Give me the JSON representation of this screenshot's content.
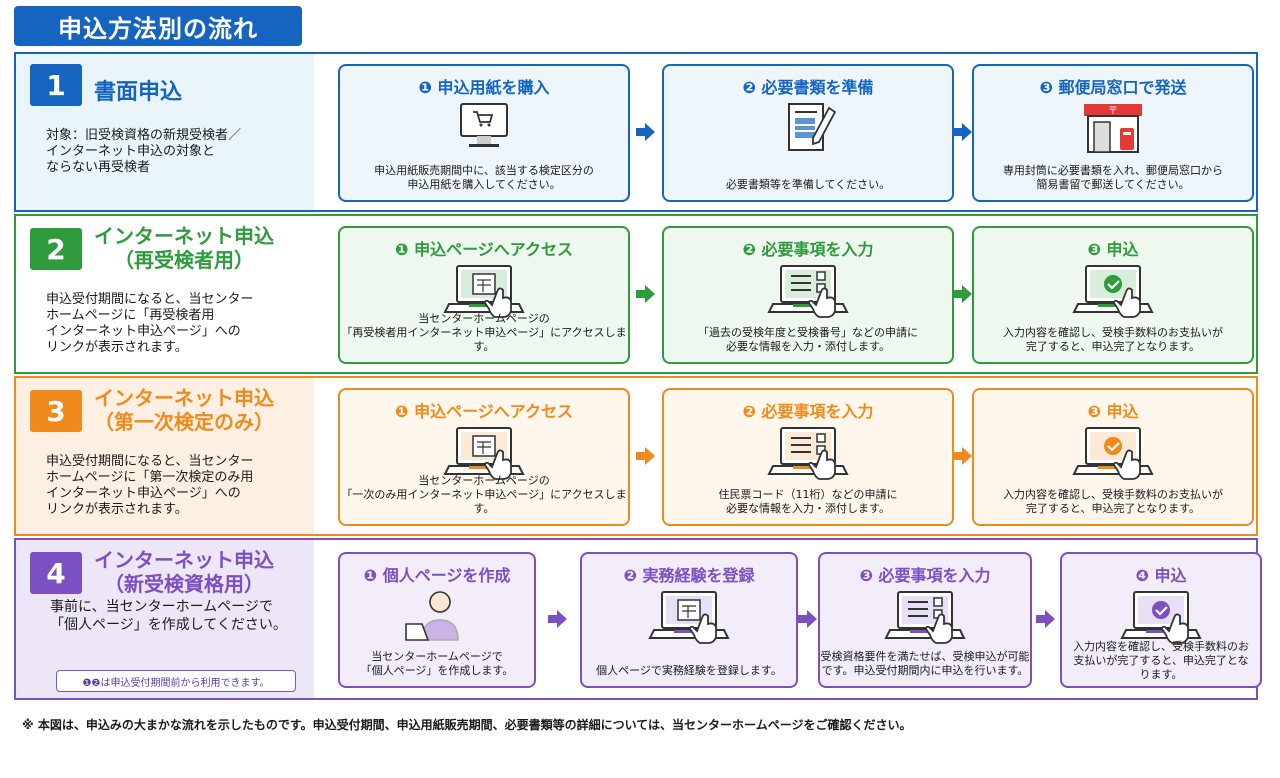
{
  "page_title": "申込方法別の流れ",
  "colors": {
    "blue": "#1565c0",
    "green": "#2e9b3d",
    "orange": "#f08a1c",
    "purple": "#7c4fc2"
  },
  "sections": [
    {
      "num": "1",
      "title": "書面申込",
      "desc": "対象：旧受検資格の新規受検者／\nインターネット申込の対象と\nならない再受検者",
      "cards": [
        {
          "title": "❶ 申込用紙を購入",
          "desc": "申込用紙販売期間中に、該当する検定区分の\n申込用紙を購入してください。",
          "icon": "computer-cart-icon"
        },
        {
          "title": "❷ 必要書類を準備",
          "desc": "必要書類等を準備してください。",
          "icon": "document-pen-icon"
        },
        {
          "title": "❸ 郵便局窓口で発送",
          "desc": "専用封筒に必要書類を入れ、郵便局窓口から\n簡易書留で郵送してください。",
          "icon": "post-office-icon"
        }
      ]
    },
    {
      "num": "2",
      "title": "インターネット申込\n（再受検者用）",
      "desc": "申込受付期間になると、当センター\nホームページに「再受検者用\nインターネット申込ページ」への\nリンクが表示されます。",
      "cards": [
        {
          "title": "❶ 申込ページへアクセス",
          "desc": "当センターホームページの\n「再受検者用インターネット申込ページ」にアクセスします。",
          "icon": "laptop-page-icon"
        },
        {
          "title": "❷ 必要事項を入力",
          "desc": "「過去の受検年度と受検番号」などの申請に\n必要な情報を入力・添付します。",
          "icon": "laptop-form-icon"
        },
        {
          "title": "❸ 申込",
          "desc": "入力内容を確認し、受検手数料のお支払いが\n完了すると、申込完了となります。",
          "icon": "laptop-check-icon"
        }
      ]
    },
    {
      "num": "3",
      "title": "インターネット申込\n（第一次検定のみ）",
      "desc": "申込受付期間になると、当センター\nホームページに「第一次検定のみ用\nインターネット申込ページ」への\nリンクが表示されます。",
      "cards": [
        {
          "title": "❶ 申込ページへアクセス",
          "desc": "当センターホームページの\n「一次のみ用インターネット申込ページ」にアクセスします。",
          "icon": "laptop-page-icon"
        },
        {
          "title": "❷ 必要事項を入力",
          "desc": "住民票コード（11桁）などの申請に\n必要な情報を入力・添付します。",
          "icon": "laptop-form-icon"
        },
        {
          "title": "❸ 申込",
          "desc": "入力内容を確認し、受検手数料のお支払いが\n完了すると、申込完了となります。",
          "icon": "laptop-check-icon"
        }
      ]
    },
    {
      "num": "4",
      "title": "インターネット申込\n（新受検資格用）",
      "desc": "事前に、当センターホームページで\n「個人ページ」を作成してください。",
      "note": "❶❷は申込受付期間前から利用できます。",
      "cards": [
        {
          "title": "❶ 個人ページを作成",
          "desc": "当センターホームページで\n「個人ページ」を作成します。",
          "icon": "person-laptop-icon"
        },
        {
          "title": "❷ 実務経験を登録",
          "desc": "個人ページで実務経験を登録します。",
          "icon": "laptop-page-icon"
        },
        {
          "title": "❸ 必要事項を入力",
          "desc": "受検資格要件を満たせば、受検申込が可能\nです。申込受付期間内に申込を行います。",
          "icon": "laptop-form-icon"
        },
        {
          "title": "❹ 申込",
          "desc": "入力内容を確認し、受検手数料のお\n支払いが完了すると、申込完了とな\nります。",
          "icon": "laptop-check-icon"
        }
      ]
    }
  ],
  "footnote": "※ 本図は、申込みの大まかな流れを示したものです。申込受付期間、申込用紙販売期間、必要書類等の詳細については、当センターホームページをご確認ください。"
}
